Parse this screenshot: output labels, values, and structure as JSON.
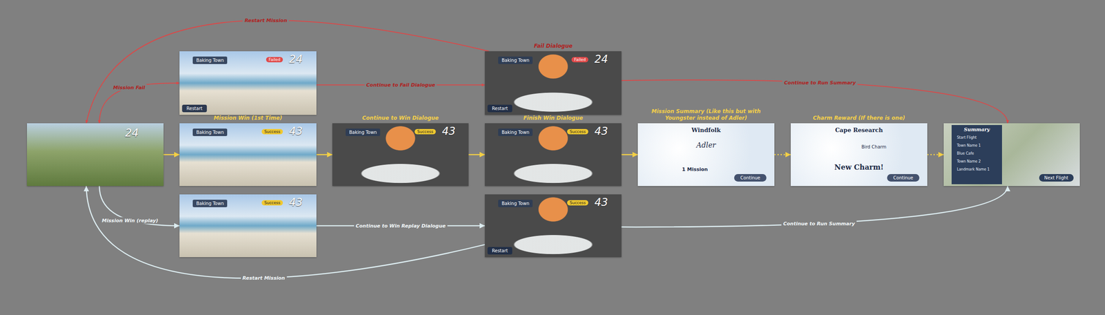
{
  "diagram": {
    "nodes": [
      {
        "text": [
          "24"
        ]
      },
      {
        "text": [
          "Baking Town",
          "Failed",
          "24",
          "Restart"
        ]
      },
      {
        "text": [
          "Mission Win (1st Time)",
          "Baking Town",
          "Success",
          "43"
        ]
      },
      {
        "text": [
          "Baking Town",
          "Success",
          "43"
        ]
      },
      {
        "text": [
          "Continue to Win Dialogue",
          "Baking Town",
          "Success",
          "43"
        ]
      },
      {
        "text": [
          "Fail Dialogue",
          "Baking Town",
          "Failed",
          "24",
          "Restart"
        ]
      },
      {
        "text": [
          "Finish Win Dialogue",
          "Baking Town",
          "Success",
          "43"
        ]
      },
      {
        "text": [
          "Baking Town",
          "Success",
          "43",
          "Restart"
        ]
      },
      {
        "text": [
          "Mission Summary (Like this but with Youngster instead of Adler)",
          "Windfolk",
          "Adler",
          "1 Mission",
          "Continue"
        ]
      },
      {
        "text": [
          "Charm Reward (If there is one)",
          "Cape Research",
          "Bird Charm",
          "New Charm!",
          "Continue"
        ]
      },
      {
        "text": [
          "Summary",
          "Start Flight",
          "Town Name 1",
          "Blue Cafe",
          "Town Name 2",
          "Landmark Name 1",
          "Next Flight"
        ]
      }
    ],
    "edges": [
      {
        "from": 0,
        "to": 1,
        "label": "Mission Fail",
        "arrow": "both"
      },
      {
        "from": 1,
        "to": 5,
        "label": "Continue to Fail Dialogue",
        "arrow": "to"
      },
      {
        "from": 5,
        "to": 0,
        "label": "Restart Mission",
        "arrow": "to"
      },
      {
        "from": 5,
        "to": 10,
        "label": "Continue to Run Summary",
        "arrow": "to"
      },
      {
        "from": 0,
        "to": 2,
        "arrow": "to"
      },
      {
        "from": 2,
        "to": 4,
        "arrow": "to"
      },
      {
        "from": 4,
        "to": 6,
        "arrow": "to"
      },
      {
        "from": 6,
        "to": 8,
        "arrow": "to"
      },
      {
        "from": 8,
        "to": 9,
        "arrow": "to"
      },
      {
        "from": 9,
        "to": 10,
        "arrow": "to"
      },
      {
        "from": 0,
        "to": 3,
        "label": "Mission Win (replay)",
        "arrow": "to"
      },
      {
        "from": 3,
        "to": 7,
        "label": "Continue to Win Replay Dialogue",
        "arrow": "to"
      },
      {
        "from": 7,
        "to": 10,
        "label": "Continue to Run Summary",
        "arrow": "to"
      },
      {
        "from": 7,
        "to": 0,
        "label": "Restart Mission",
        "arrow": "to"
      }
    ]
  }
}
